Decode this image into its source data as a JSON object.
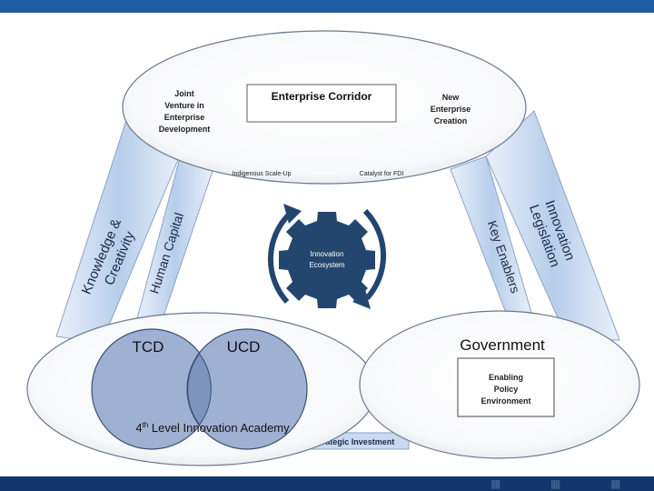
{
  "diagram": {
    "top_ellipse": {
      "box_title": "Enterprise Corridor",
      "left_text": [
        "Joint",
        "Venture in",
        "Enterprise",
        "Development"
      ],
      "right_text": [
        "New",
        "Enterprise",
        "Creation"
      ],
      "bottom_left": "Indigenous Scale-Up",
      "bottom_right": "Catalyst for FDI"
    },
    "gear": {
      "lines": [
        "Innovation",
        "Ecosystem"
      ]
    },
    "pillars": {
      "left_outer": [
        "Knowledge &",
        "Creativity"
      ],
      "left_inner": "Human Capital",
      "right_inner": "Key Enablers",
      "right_outer": [
        "Innovation",
        "Legislation"
      ]
    },
    "bottom_left": {
      "circle_left": "TCD",
      "circle_right": "UCD",
      "academy_prefix": "4",
      "academy_sup": "th",
      "academy_rest": " Level Innovation Academy"
    },
    "bottom_right": {
      "title": "Government",
      "box_lines": [
        "Enabling",
        "Policy",
        "Environment"
      ]
    },
    "connector": "Strategic Investment"
  },
  "colors": {
    "top_bar": "#1f5aa6",
    "bottom_bar": "#12386b",
    "gear": "#23466f",
    "circle_fill": "#9fb1d3",
    "circle_overlap": "#7d94bf",
    "pillar_fill": "#b7cdea"
  }
}
